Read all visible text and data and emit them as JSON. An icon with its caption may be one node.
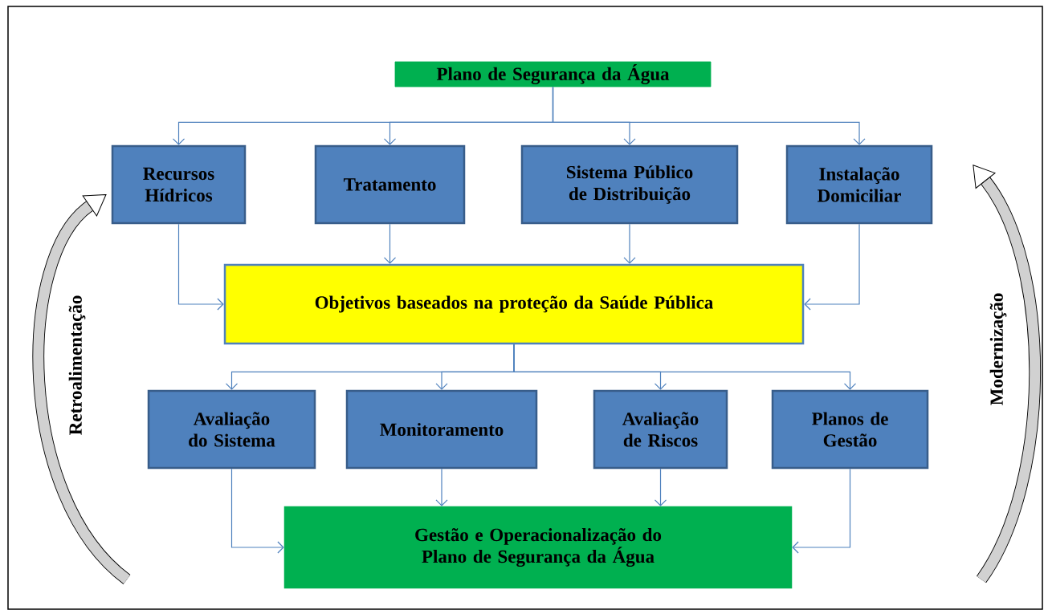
{
  "diagram": {
    "nodes": [
      {
        "text": [
          "Plano de Segurança da Água"
        ]
      },
      {
        "text": [
          "Recursos Hídricos"
        ]
      },
      {
        "text": [
          "Tratamento"
        ]
      },
      {
        "text": [
          "Sistema Público de Distribuição"
        ]
      },
      {
        "text": [
          "Instalação Domiciliar"
        ]
      },
      {
        "text": [
          "Objetivos baseados na proteção da Saúde Pública"
        ]
      },
      {
        "text": [
          "Avaliação do Sistema"
        ]
      },
      {
        "text": [
          "Monitoramento"
        ]
      },
      {
        "text": [
          "Avaliação de Riscos"
        ]
      },
      {
        "text": [
          "Planos de Gestão"
        ]
      },
      {
        "text": [
          "Gestão e Operacionalização do Plano de Segurança da Água"
        ]
      }
    ],
    "edges": [
      {
        "from": 0,
        "to": 1,
        "arrow": "to"
      },
      {
        "from": 0,
        "to": 2,
        "arrow": "to"
      },
      {
        "from": 0,
        "to": 3,
        "arrow": "to"
      },
      {
        "from": 0,
        "to": 4,
        "arrow": "to"
      },
      {
        "from": 1,
        "to": 5,
        "arrow": "to"
      },
      {
        "from": 2,
        "to": 5,
        "arrow": "to"
      },
      {
        "from": 3,
        "to": 5,
        "arrow": "to"
      },
      {
        "from": 4,
        "to": 5,
        "arrow": "to"
      },
      {
        "from": 5,
        "to": 6,
        "arrow": "to"
      },
      {
        "from": 5,
        "to": 7,
        "arrow": "to"
      },
      {
        "from": 5,
        "to": 8,
        "arrow": "to"
      },
      {
        "from": 5,
        "to": 9,
        "arrow": "to"
      },
      {
        "from": 6,
        "to": 10,
        "arrow": "to"
      },
      {
        "from": 7,
        "to": 10,
        "arrow": "to"
      },
      {
        "from": 8,
        "to": 10,
        "arrow": "to"
      },
      {
        "from": 9,
        "to": 10,
        "arrow": "to"
      },
      {
        "from": null,
        "to": 1,
        "arrow": "to",
        "label": "Retroalimentação",
        "color": "#000000",
        "style": "thick"
      },
      {
        "from": null,
        "to": 4,
        "arrow": "to",
        "label": "Modernização",
        "color": "#000000",
        "style": "thick"
      }
    ]
  }
}
